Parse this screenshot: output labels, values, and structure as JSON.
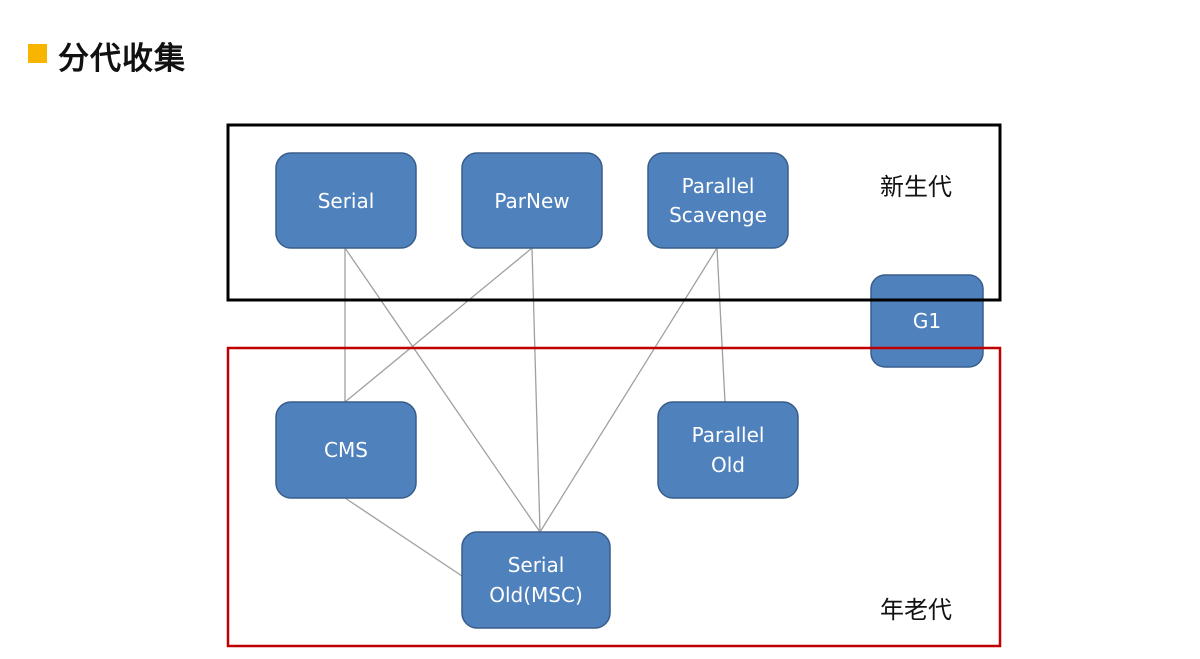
{
  "header": {
    "title": "分代收集",
    "accent_color": "#f7b500"
  },
  "diagram": {
    "young_gen_label": "新生代",
    "old_gen_label": "年老代",
    "young_border_color": "#000000",
    "old_border_color": "#c00000",
    "node_fill": "#4f81bd",
    "node_stroke": "#385d8a",
    "link_color": "#a0a0a0",
    "nodes": {
      "serial": [
        "Serial"
      ],
      "parnew": [
        "ParNew"
      ],
      "parallel_scavenge": [
        "Parallel",
        "Scavenge"
      ],
      "g1": [
        "G1"
      ],
      "cms": [
        "CMS"
      ],
      "parallel_old": [
        "Parallel",
        "Old"
      ],
      "serial_old": [
        "Serial",
        "Old(MSC)"
      ]
    }
  }
}
